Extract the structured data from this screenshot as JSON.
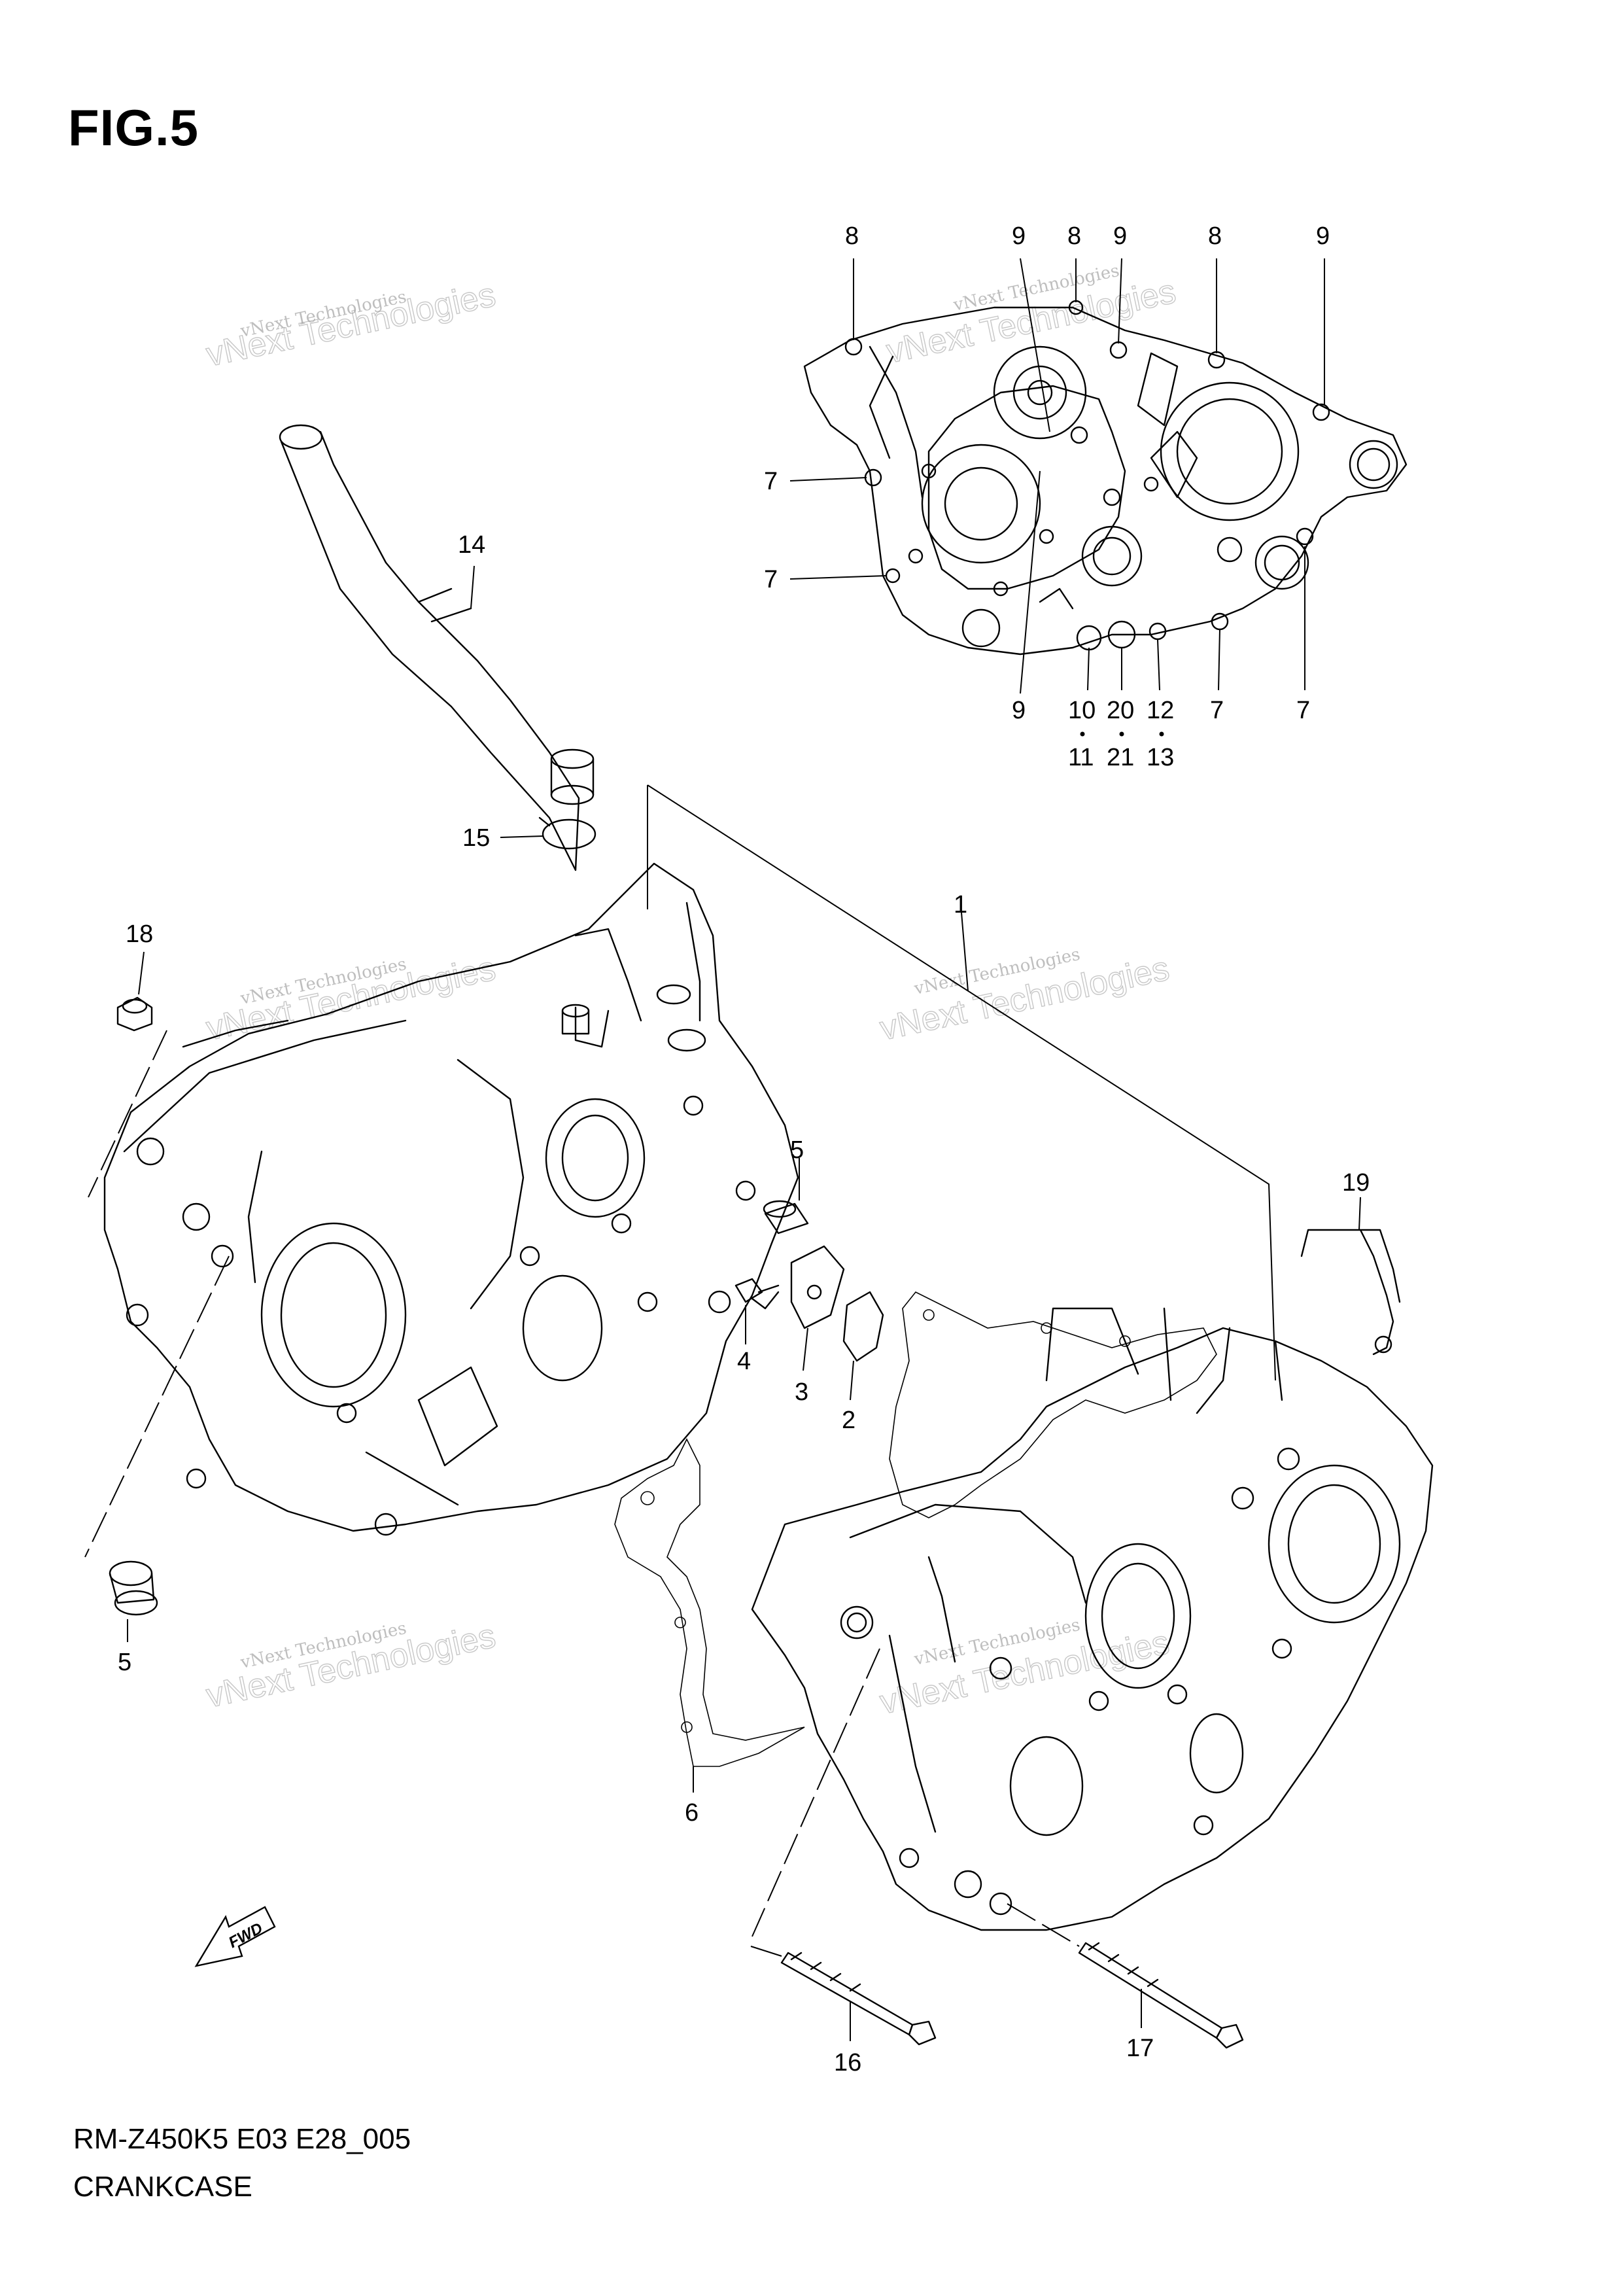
{
  "figure_title": "FIG.5",
  "footer": {
    "model_code": "RM-Z450K5 E03 E28_005",
    "section_name": "CRANKCASE"
  },
  "watermark": {
    "line1": "vNext Technologies",
    "line2": "vNext\nTechnologies"
  },
  "fwd_label": "FWD",
  "callouts": {
    "c1": "1",
    "c2": "2",
    "c3": "3",
    "c4": "4",
    "c5a": "5",
    "c5b": "5",
    "c6": "6",
    "c7a": "7",
    "c7b": "7",
    "c7c": "7",
    "c7d": "7",
    "c8a": "8",
    "c8b": "8",
    "c8c": "8",
    "c9a": "9",
    "c9b": "9",
    "c9c": "9",
    "c9d": "9",
    "c10": "10",
    "c11": "11",
    "c12": "12",
    "c13": "13",
    "c14": "14",
    "c15": "15",
    "c16": "16",
    "c17": "17",
    "c18": "18",
    "c19": "19",
    "c20": "20",
    "c21": "21"
  }
}
